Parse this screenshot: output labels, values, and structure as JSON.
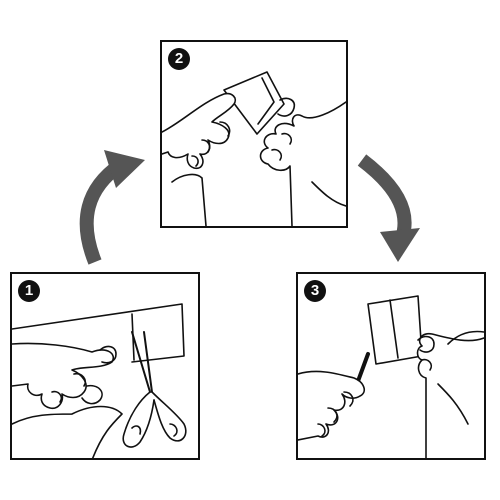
{
  "steps": [
    {
      "number": "1",
      "illustration": "hand-cutting-strip-with-scissors-icon"
    },
    {
      "number": "2",
      "illustration": "hands-peeling-backing-icon"
    },
    {
      "number": "3",
      "illustration": "hands-applying-patch-icon"
    }
  ],
  "colors": {
    "badge": "#111111",
    "arrow": "#555555",
    "outline": "#111111"
  }
}
